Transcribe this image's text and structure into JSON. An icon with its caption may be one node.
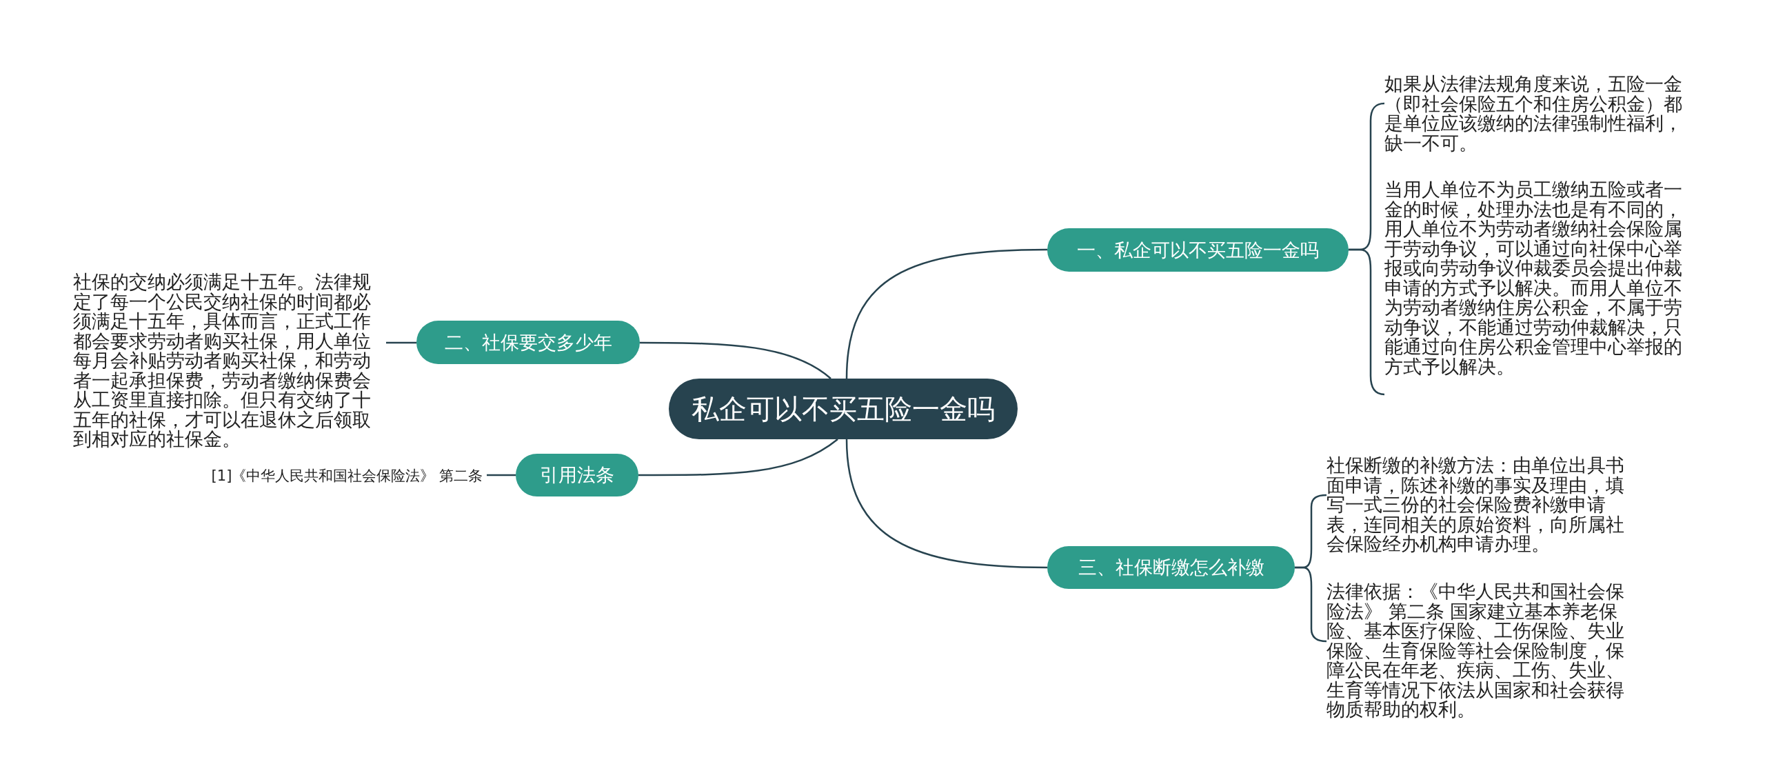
{
  "diagram": {
    "nodes": [
      {
        "text": [
          "私企可以不买五险一金吗"
        ]
      },
      {
        "text": [
          "一、私企可以不买五险一金吗"
        ]
      },
      {
        "text": [
          "如果从法律法规角度来说，五险一金（即社会保险五个和住房公积金）都是单位应该缴纳的法律强制性福利，缺一不可。"
        ]
      },
      {
        "text": [
          "当用人单位不为员工缴纳五险或者一金的时候，处理办法也是有不同的，用人单位不为劳动者缴纳社会保险属于劳动争议，可以通过向社保中心举报或向劳动争议仲裁委员会提出仲裁申请的方式予以解决。而用人单位不为劳动者缴纳住房公积金，不属于劳动争议，不能通过劳动仲裁解决，只能通过向住房公积金管理中心举报的方式予以解决。"
        ]
      },
      {
        "text": [
          "二、社保要交多少年"
        ]
      },
      {
        "text": [
          "社保的交纳必须满足十五年。法律规定了每一个公民交纳社保的时间都必须满足十五年，具体而言，正式工作都会要求劳动者购买社保，用人单位每月会补贴劳动者购买社保，和劳动者一起承担保费，劳动者缴纳保费会从工资里直接扣除。但只有交纳了十五年的社保，才可以在退休之后领取到相对应的社保金。"
        ]
      },
      {
        "text": [
          "引用法条"
        ]
      },
      {
        "text": [
          "[1]《中华人民共和国社会保险法》 第二条"
        ]
      },
      {
        "text": [
          "三、社保断缴怎么补缴"
        ]
      },
      {
        "text": [
          "社保断缴的补缴方法：由单位出具书面申请，陈述补缴的事实及理由，填写一式三份的社会保险费补缴申请表，连同相关的原始资料，向所属社会保险经办机构申请办理。"
        ]
      },
      {
        "text": [
          "法律依据：《中华人民共和国社会保险法》 第二条 国家建立基本养老保险、基本医疗保险、工伤保险、失业保险、生育保险等社会保险制度，保障公民在年老、疾病、工伤、失业、生育等情况下依法从国家和社会获得物质帮助的权利。"
        ]
      }
    ],
    "edges": [
      {
        "from": 0,
        "to": 1,
        "arrow": "none"
      },
      {
        "from": 1,
        "to": 2,
        "arrow": "none"
      },
      {
        "from": 1,
        "to": 3,
        "arrow": "none"
      },
      {
        "from": 0,
        "to": 4,
        "arrow": "none"
      },
      {
        "from": 4,
        "to": 5,
        "arrow": "none"
      },
      {
        "from": 0,
        "to": 6,
        "arrow": "none"
      },
      {
        "from": 6,
        "to": 7,
        "arrow": "none"
      },
      {
        "from": 0,
        "to": 8,
        "arrow": "none"
      },
      {
        "from": 8,
        "to": 9,
        "arrow": "none"
      },
      {
        "from": 8,
        "to": 10,
        "arrow": "none"
      }
    ]
  }
}
